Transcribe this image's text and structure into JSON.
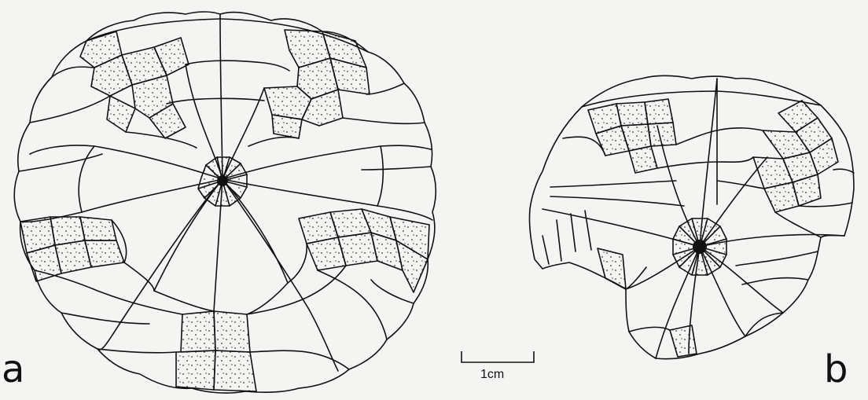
{
  "figure": {
    "panel_a_label": "a",
    "panel_b_label": "b",
    "scale_bar_label": "1cm"
  },
  "colors": {
    "background": "#f4f4f2",
    "line": "#111111",
    "stipple": "#333333",
    "dark_center": "#111111"
  }
}
